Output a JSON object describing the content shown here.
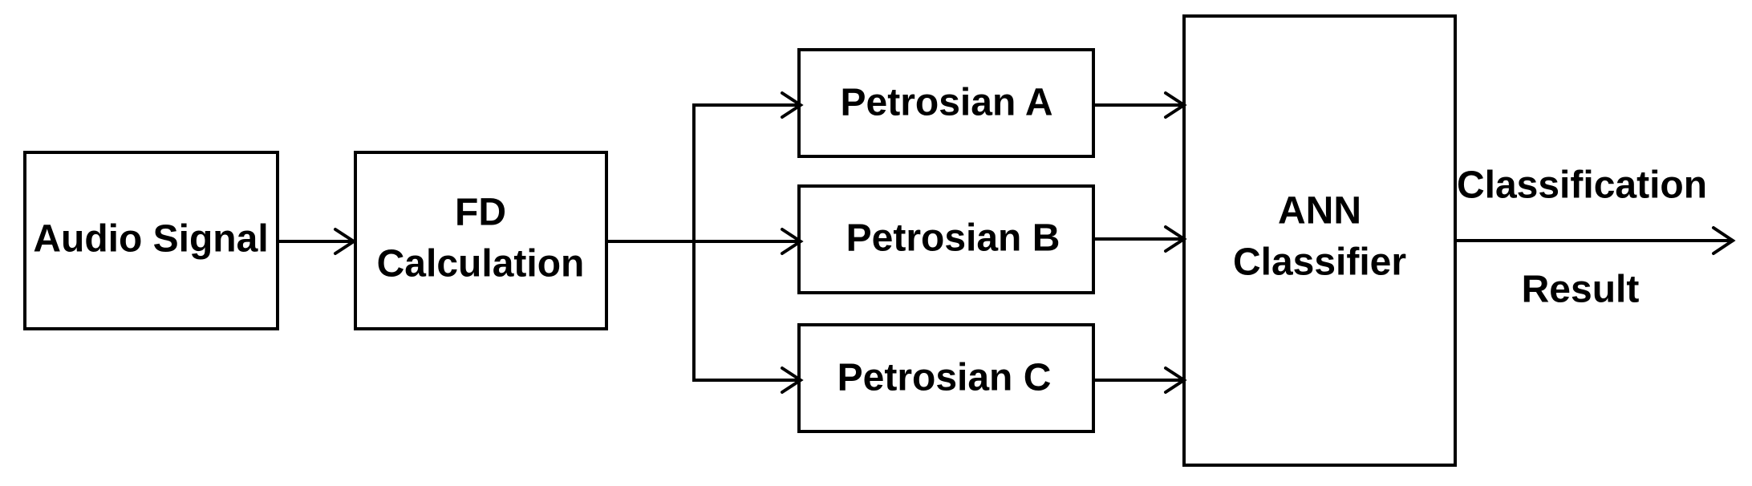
{
  "blocks": {
    "audio_signal": "Audio Signal",
    "fd_calculation": [
      "FD",
      "Calculation"
    ],
    "petrosian_a": "Petrosian A",
    "petrosian_b": "Petrosian B",
    "petrosian_c": "Petrosian C",
    "ann_classifier": [
      "ANN",
      "Classifier"
    ]
  },
  "output": {
    "line1": "Classification",
    "line2": "Result"
  },
  "colors": {
    "stroke": "#000000",
    "background": "#ffffff"
  }
}
